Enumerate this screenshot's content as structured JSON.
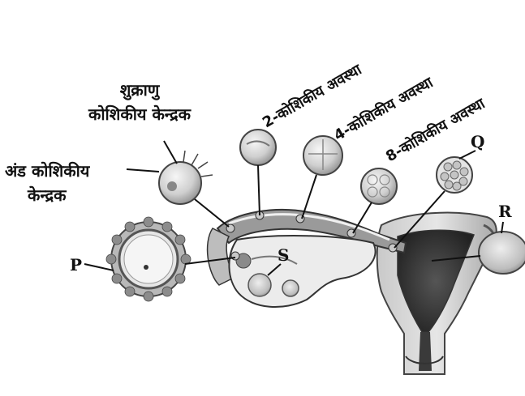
{
  "labels": {
    "sperm": [
      "शुक्राणु",
      "कोशिकीय केन्द्रक"
    ],
    "ovum": [
      "अंड कोशिकीय",
      "केन्द्रक"
    ],
    "stage2": "2-कोशिकीय अवस्था",
    "stage4": "4-कोशिकीय अवस्था",
    "stage8": "8-कोशिकीय अवस्था",
    "P": "P",
    "Q": "Q",
    "R": "R",
    "S": "S"
  }
}
